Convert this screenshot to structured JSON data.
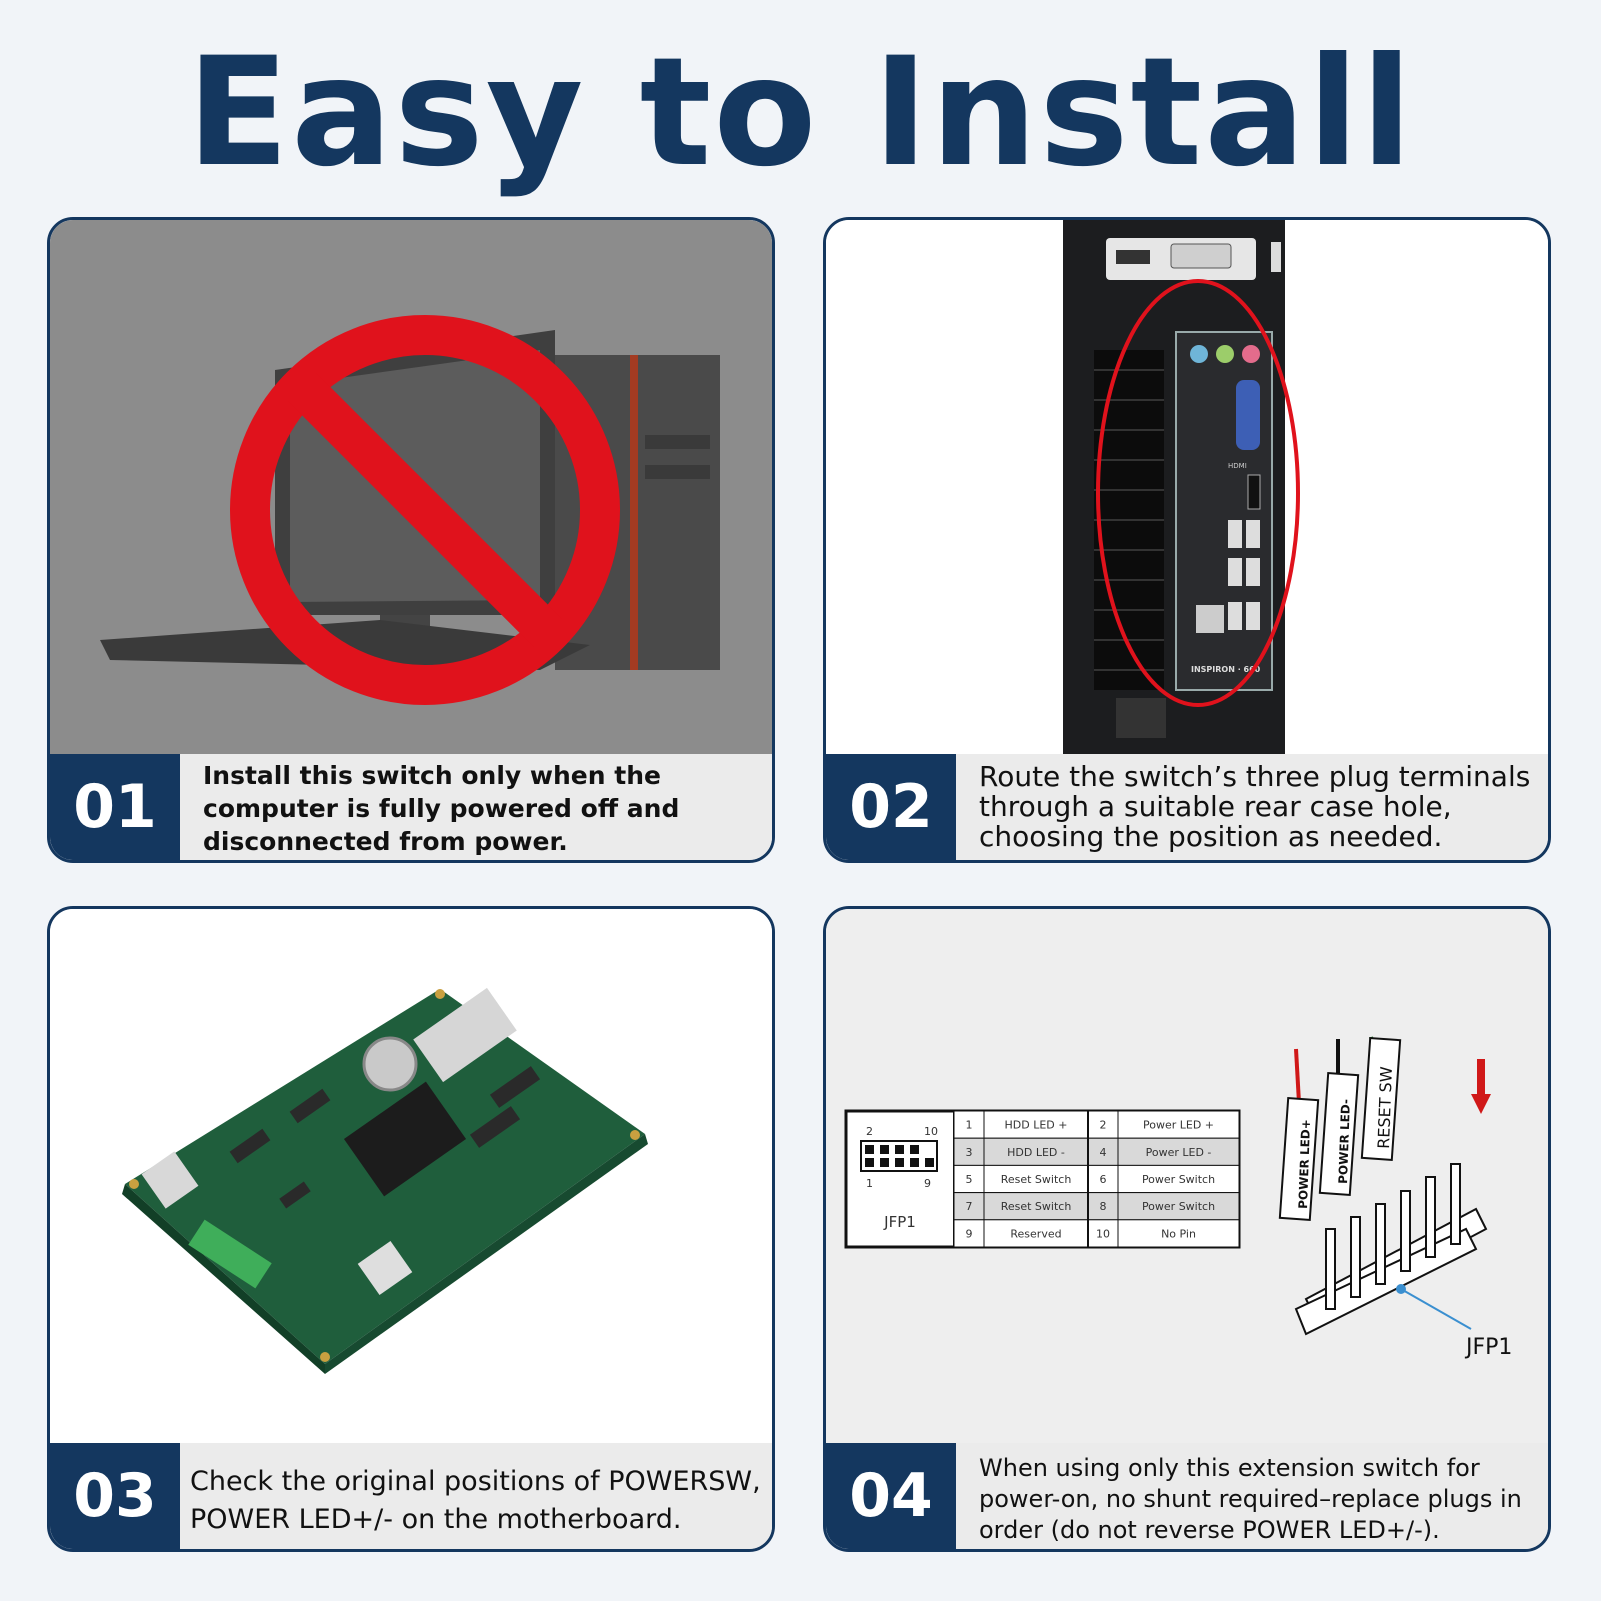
{
  "title": "Easy to Install",
  "steps": [
    {
      "num": "01",
      "text": "Install this switch only when the computer is fully powered off and disconnected from power."
    },
    {
      "num": "02",
      "text": "Route the switch’s three plug terminals through a suitable rear case hole, choosing the position as needed."
    },
    {
      "num": "03",
      "text": "Check the original positions of POWERSW, POWER LED+/- on the motherboard."
    },
    {
      "num": "04",
      "text": "When using only this extension switch for power-on, no shunt required–replace plugs in order (do not reverse POWER LED+/-)."
    }
  ],
  "header_diagram": {
    "name": "JFP1",
    "top_pins": [
      "2",
      "10"
    ],
    "bottom_pins": [
      "1",
      "9"
    ],
    "rows": [
      [
        "1",
        "HDD LED +",
        "2",
        "Power LED +"
      ],
      [
        "3",
        "HDD LED -",
        "4",
        "Power LED -"
      ],
      [
        "5",
        "Reset Switch",
        "6",
        "Power Switch"
      ],
      [
        "7",
        "Reset Switch",
        "8",
        "Power Switch"
      ],
      [
        "9",
        "Reserved",
        "10",
        "No Pin"
      ]
    ],
    "plug_labels": [
      "POWER LED+",
      "POWER LED-",
      "RESET SW"
    ],
    "connector_label": "JFP1"
  },
  "case_labels": {
    "hdmi": "HDMI",
    "model": "INSPIRON · 660"
  },
  "colors": {
    "navy": "#14375f",
    "prohibit_red": "#e0121c",
    "caption_bg": "#ebebeb",
    "page_bg": "#f1f4f8"
  }
}
